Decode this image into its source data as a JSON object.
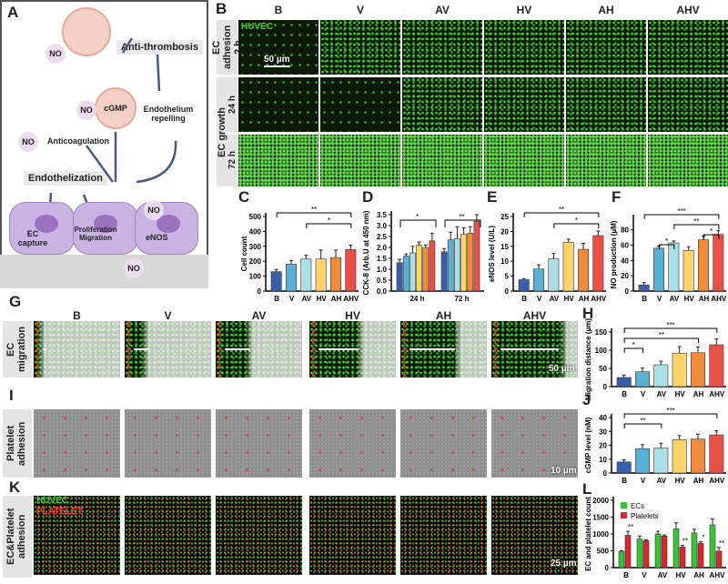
{
  "panel_labels": {
    "A": "A",
    "B": "B",
    "C": "C",
    "D": "D",
    "E": "E",
    "F": "F",
    "G": "G",
    "H": "H",
    "I": "I",
    "J": "J",
    "K": "K",
    "L": "L"
  },
  "panelA": {
    "anti_thrombosis": "Anti-thrombosis",
    "cgmp": "cGMP",
    "endothelium_repelling": "Endothelium repelling",
    "anticoagulation": "Anticoagulation",
    "endothelization": "Endothelization",
    "ec_capture": "EC capture",
    "proliferation_migration": "Proliferation Migration",
    "enos": "eNOS",
    "no": "NO"
  },
  "groups": [
    "B",
    "V",
    "AV",
    "HV",
    "AH",
    "AHV"
  ],
  "colors": {
    "B": "#3b5ea8",
    "V": "#5cb0d6",
    "AV": "#a9dfe6",
    "HV": "#fdd46a",
    "AH": "#f08b3c",
    "AHV": "#e8504a",
    "ECs": "#3cc23a",
    "Platelets": "#d8282a"
  },
  "panelB": {
    "huvec": "HUVEC",
    "scale": "50 µm",
    "ec_adhesion": "EC adhesion",
    "ec_growth": "EC growth",
    "rows": [
      "2 h",
      "24 h",
      "72 h"
    ]
  },
  "panelG": {
    "row": "EC migration",
    "scale": "50 µm"
  },
  "panelI": {
    "row": "Platelet adhesion",
    "scale": "10 µm"
  },
  "panelK": {
    "row": "EC&Platelet adhesion",
    "huvec": "HUVEC",
    "platelet": "PLATELET",
    "scale": "25 µm"
  },
  "chart_data": [
    {
      "id": "C",
      "type": "bar",
      "categories": [
        "B",
        "V",
        "AV",
        "HV",
        "AH",
        "AHV"
      ],
      "values": [
        130,
        180,
        215,
        215,
        225,
        278
      ],
      "errors": [
        15,
        25,
        25,
        60,
        50,
        30
      ],
      "ylabel": "Cell count",
      "ylim": [
        0,
        500
      ],
      "yticks": [
        0,
        100,
        200,
        300,
        400,
        500
      ],
      "annotations": [
        {
          "text": "**",
          "from": 0,
          "to": 5
        },
        {
          "text": "*",
          "from": 2,
          "to": 5
        }
      ]
    },
    {
      "id": "D",
      "type": "bar",
      "categories": [
        "24 h",
        "72 h"
      ],
      "series": [
        {
          "group": "B",
          "values": [
            1.3,
            1.8
          ]
        },
        {
          "group": "V",
          "values": [
            1.6,
            2.35
          ]
        },
        {
          "group": "AV",
          "values": [
            1.75,
            2.4
          ]
        },
        {
          "group": "HV",
          "values": [
            2.1,
            2.6
          ]
        },
        {
          "group": "AH",
          "values": [
            2.0,
            2.65
          ]
        },
        {
          "group": "AHV",
          "values": [
            2.3,
            3.2
          ]
        }
      ],
      "errors": [
        [
          0.15,
          0.15
        ],
        [
          0.1,
          0.35
        ],
        [
          0.3,
          0.55
        ],
        [
          0.15,
          0.3
        ],
        [
          0.1,
          0.3
        ],
        [
          0.35,
          0.3
        ]
      ],
      "ylabel": "CCK-8 (Arb.U at 450 nm)",
      "ylim": [
        0,
        3.5
      ],
      "yticks": [
        0.0,
        0.5,
        1.0,
        1.5,
        2.0,
        2.5,
        3.0,
        3.5
      ],
      "annotations": [
        {
          "text": "*",
          "category": "24 h"
        },
        {
          "text": "**",
          "category": "72 h"
        }
      ]
    },
    {
      "id": "E",
      "type": "bar",
      "categories": [
        "B",
        "V",
        "AV",
        "HV",
        "AH",
        "AHV"
      ],
      "values": [
        3.8,
        7.4,
        10.8,
        16.4,
        14,
        18.6
      ],
      "errors": [
        0.4,
        1.4,
        1.8,
        1.0,
        2.0,
        1.5
      ],
      "ylabel": "eNOS level (U/L)",
      "ylim": [
        0,
        25
      ],
      "yticks": [
        0,
        5,
        10,
        15,
        20,
        25
      ],
      "annotations": [
        {
          "text": "**",
          "from": 0,
          "to": 5
        },
        {
          "text": "*",
          "from": 2,
          "to": 5
        }
      ]
    },
    {
      "id": "F",
      "type": "bar",
      "categories": [
        "B",
        "V",
        "AV",
        "HV",
        "AH",
        "AHV"
      ],
      "values": [
        8,
        56,
        63,
        53,
        67,
        74
      ],
      "errors": [
        3,
        3,
        2.5,
        5,
        5,
        5
      ],
      "ylabel": "NO production (µM)",
      "ylim": [
        0,
        95
      ],
      "yticks": [
        0,
        20,
        40,
        60,
        80
      ],
      "annotations": [
        {
          "text": "***",
          "from": 0,
          "to": 5
        },
        {
          "text": "**",
          "from": 2,
          "to": 5
        },
        {
          "text": "*",
          "from": 4,
          "to": 5
        },
        {
          "text": "*",
          "from": 1,
          "to": 2
        }
      ]
    },
    {
      "id": "H",
      "type": "bar",
      "categories": [
        "B",
        "V",
        "AV",
        "HV",
        "AH",
        "AHV"
      ],
      "values": [
        25,
        41,
        60,
        92,
        93,
        115
      ],
      "errors": [
        7,
        10,
        10,
        18,
        16,
        16
      ],
      "ylabel": "Migration distance (µm)",
      "ylim": [
        0,
        150
      ],
      "yticks": [
        0,
        50,
        100,
        150
      ],
      "annotations": [
        {
          "text": "***",
          "from": 0,
          "to": 5
        },
        {
          "text": "**",
          "from": 0,
          "to": 4
        },
        {
          "text": "*",
          "from": 0,
          "to": 1
        }
      ]
    },
    {
      "id": "J",
      "type": "bar",
      "categories": [
        "B",
        "V",
        "AV",
        "HV",
        "AH",
        "AHV"
      ],
      "values": [
        8,
        17.5,
        18,
        24,
        24.5,
        27.5
      ],
      "errors": [
        1.5,
        3,
        3.5,
        3,
        3.5,
        3
      ],
      "ylabel": "cGMP level (nM)",
      "ylim": [
        0,
        40
      ],
      "yticks": [
        0,
        10,
        20,
        30,
        40
      ],
      "annotations": [
        {
          "text": "***",
          "from": 0,
          "to": 5
        },
        {
          "text": "**",
          "from": 0,
          "to": 2
        }
      ]
    },
    {
      "id": "L",
      "type": "bar",
      "categories": [
        "B",
        "V",
        "AV",
        "HV",
        "AH",
        "AHV"
      ],
      "series": [
        {
          "name": "ECs",
          "values": [
            480,
            850,
            1000,
            1150,
            1030,
            1270
          ]
        },
        {
          "name": "Platelets",
          "values": [
            960,
            800,
            940,
            610,
            720,
            490
          ]
        }
      ],
      "errors": [
        [
          20,
          90,
          80,
          180,
          110,
          180
        ],
        [
          120,
          30,
          30,
          50,
          50,
          110
        ]
      ],
      "ylabel": "EC and platelet count",
      "ylim": [
        0,
        2000
      ],
      "yticks": [
        0,
        500,
        1000,
        1500,
        2000
      ],
      "legend": "top-left",
      "annotations": [
        {
          "text": "**",
          "index": 0
        },
        {
          "text": "**",
          "index": 3
        },
        {
          "text": "*",
          "index": 4
        },
        {
          "text": "**",
          "index": 5
        }
      ]
    }
  ]
}
